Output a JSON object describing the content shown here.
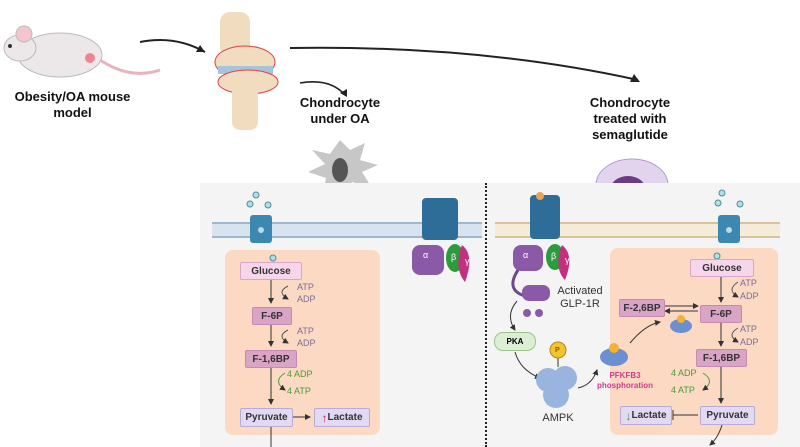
{
  "top": {
    "mouse_label": "Obesity/OA mouse model",
    "oa_label": "Chondrocyte under OA",
    "treated_label": "Chondrocyte treated with semaglutide"
  },
  "left_panel": {
    "metabolites": {
      "glucose": "Glucose",
      "f6p": "F-6P",
      "f16bp": "F-1,6BP",
      "pyruvate": "Pyruvate",
      "lactate": "Lactate"
    },
    "cofactors": {
      "atp1": "ATP",
      "adp1": "ADP",
      "atp2": "ATP",
      "adp2": "ADP",
      "adp3": "4 ADP",
      "atp3": "4 ATP"
    },
    "ampk_subunits": {
      "alpha": "α",
      "beta": "β",
      "gamma": "γ"
    }
  },
  "right_panel": {
    "receptor_label": "Activated GLP-1R",
    "pka": "PKA",
    "ampk": "AMPK",
    "phospho": "P",
    "pfkfb3_label": "PFKFB3 phosphoration",
    "metabolites": {
      "glucose": "Glucose",
      "f6p": "F-6P",
      "f26bp": "F-2,6BP",
      "f16bp": "F-1,6BP",
      "pyruvate": "Pyruvate",
      "lactate": "Lactate"
    },
    "cofactors": {
      "atp1": "ATP",
      "adp1": "ADP",
      "atp2": "ATP",
      "adp2": "ADP",
      "adp3": "4 ADP",
      "atp3": "4 ATP"
    },
    "ampk_subunits": {
      "alpha": "α",
      "beta": "β",
      "gamma": "γ"
    }
  },
  "colors": {
    "lactate_up": "#c0283a",
    "lactate_down": "#3d9a3a",
    "cytoplasm": "#fbd9c2",
    "pfkfb3_text": "#d23c8c"
  }
}
